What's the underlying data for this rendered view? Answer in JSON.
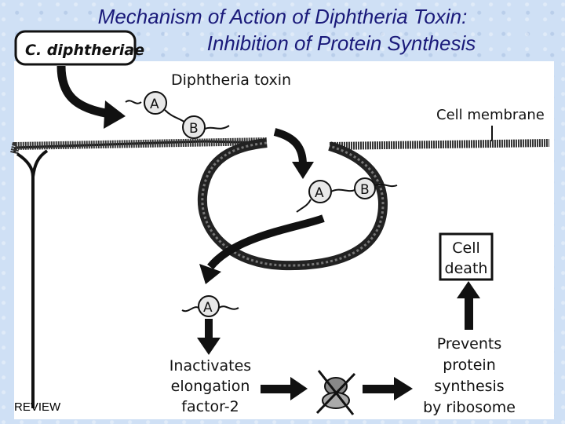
{
  "title": {
    "line1": "Mechanism of Action of Diphtheria Toxin:",
    "line2": "Inhibition of Protein Synthesis"
  },
  "diagram": {
    "organism": "C. diphtheriae",
    "toxin_label": "Diphtheria toxin",
    "membrane_label": "Cell membrane",
    "subunit_a": "A",
    "subunit_b": "B",
    "inactivates_lines": [
      "Inactivates",
      "elongation",
      "factor-2"
    ],
    "prevents_lines": [
      "Prevents",
      "protein",
      "synthesis",
      "by ribosome"
    ],
    "cell_death_lines": [
      "Cell",
      "death"
    ]
  },
  "footer": {
    "review": "REVIEW"
  },
  "colors": {
    "title": "#1a1a7a",
    "ink": "#111111",
    "background": "#cfe0f5"
  }
}
